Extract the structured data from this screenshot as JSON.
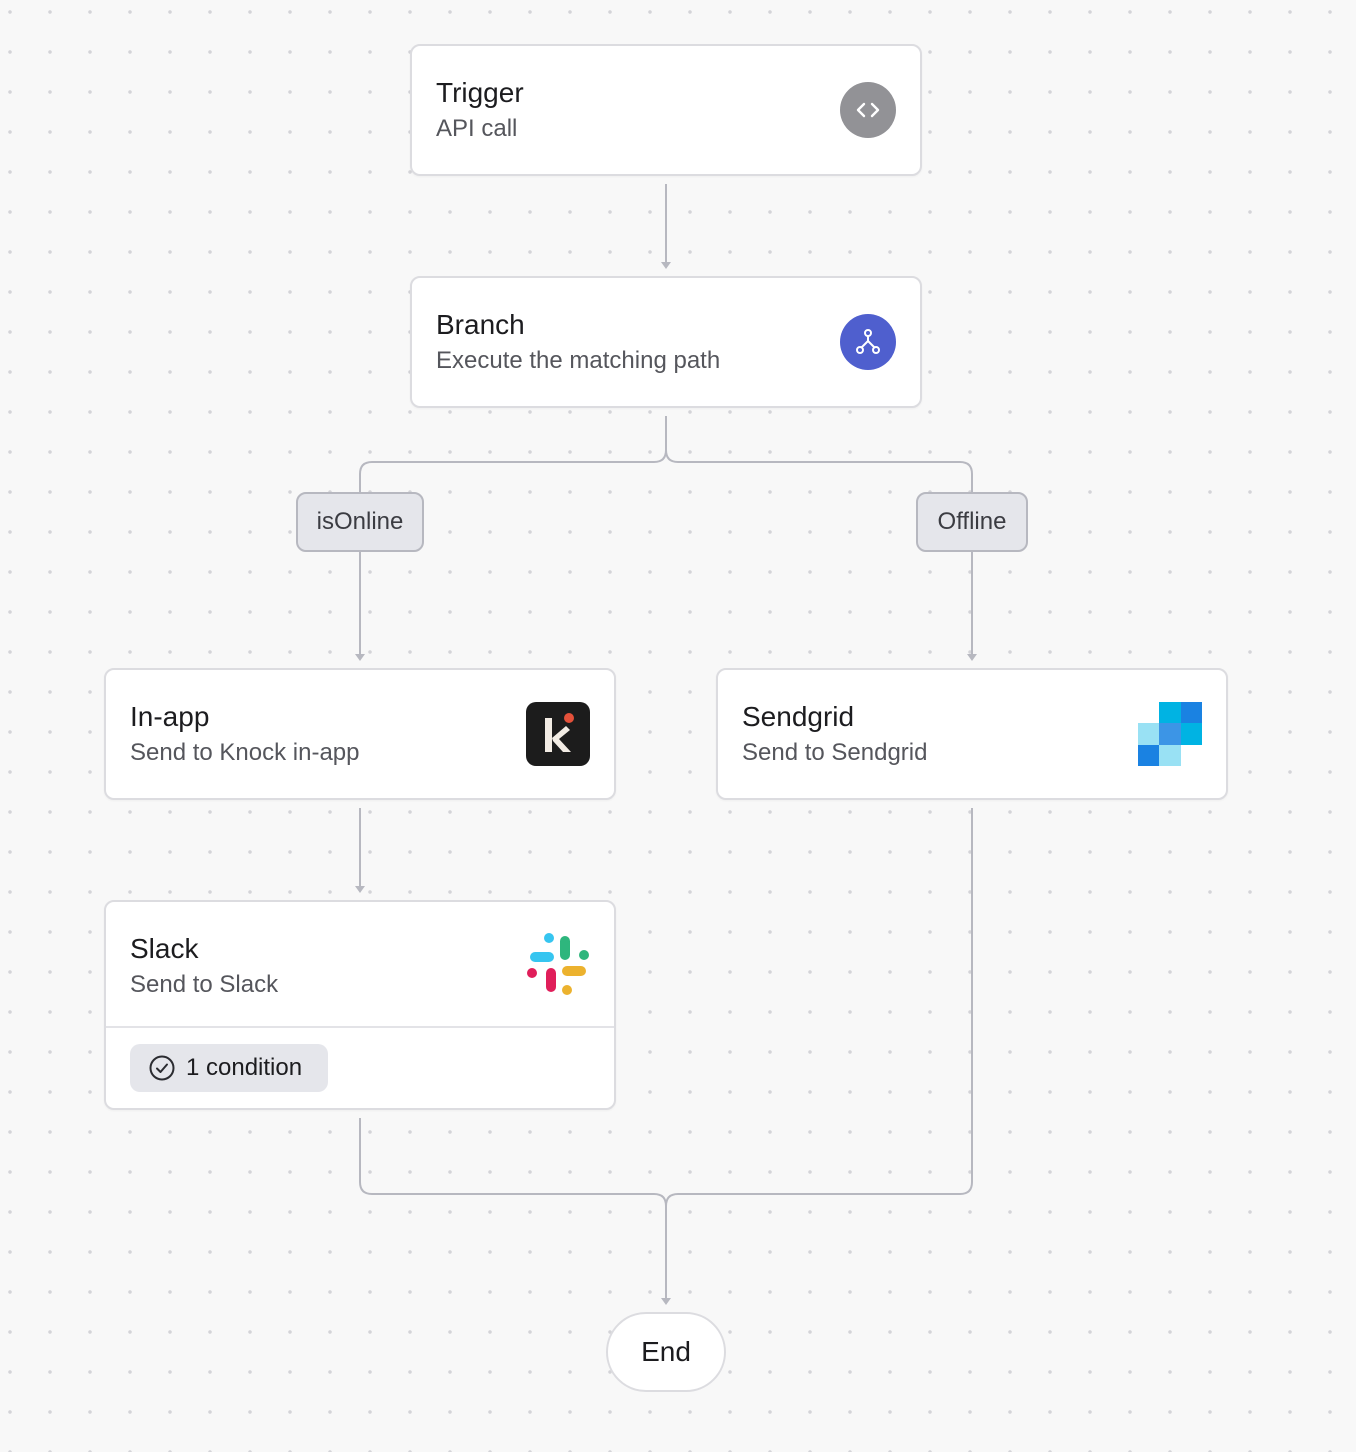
{
  "nodes": {
    "trigger": {
      "title": "Trigger",
      "subtitle": "API call",
      "icon": "code-icon"
    },
    "branch": {
      "title": "Branch",
      "subtitle": "Execute the matching path",
      "icon": "branch-icon"
    },
    "inapp": {
      "title": "In-app",
      "subtitle": "Send to Knock in-app",
      "icon": "knock-logo-icon"
    },
    "sendgrid": {
      "title": "Sendgrid",
      "subtitle": "Send to Sendgrid",
      "icon": "sendgrid-logo-icon"
    },
    "slack": {
      "title": "Slack",
      "subtitle": "Send to Slack",
      "icon": "slack-logo-icon",
      "condition_label": "1 condition"
    }
  },
  "branches": {
    "left_label": "isOnline",
    "right_label": "Offline"
  },
  "end_label": "End",
  "colors": {
    "trigger_icon_bg": "#929296",
    "branch_icon_bg": "#4f5fce",
    "knock_bg": "#1c1c1c",
    "knock_dot": "#e4513a",
    "connector": "#b7b8c0"
  }
}
